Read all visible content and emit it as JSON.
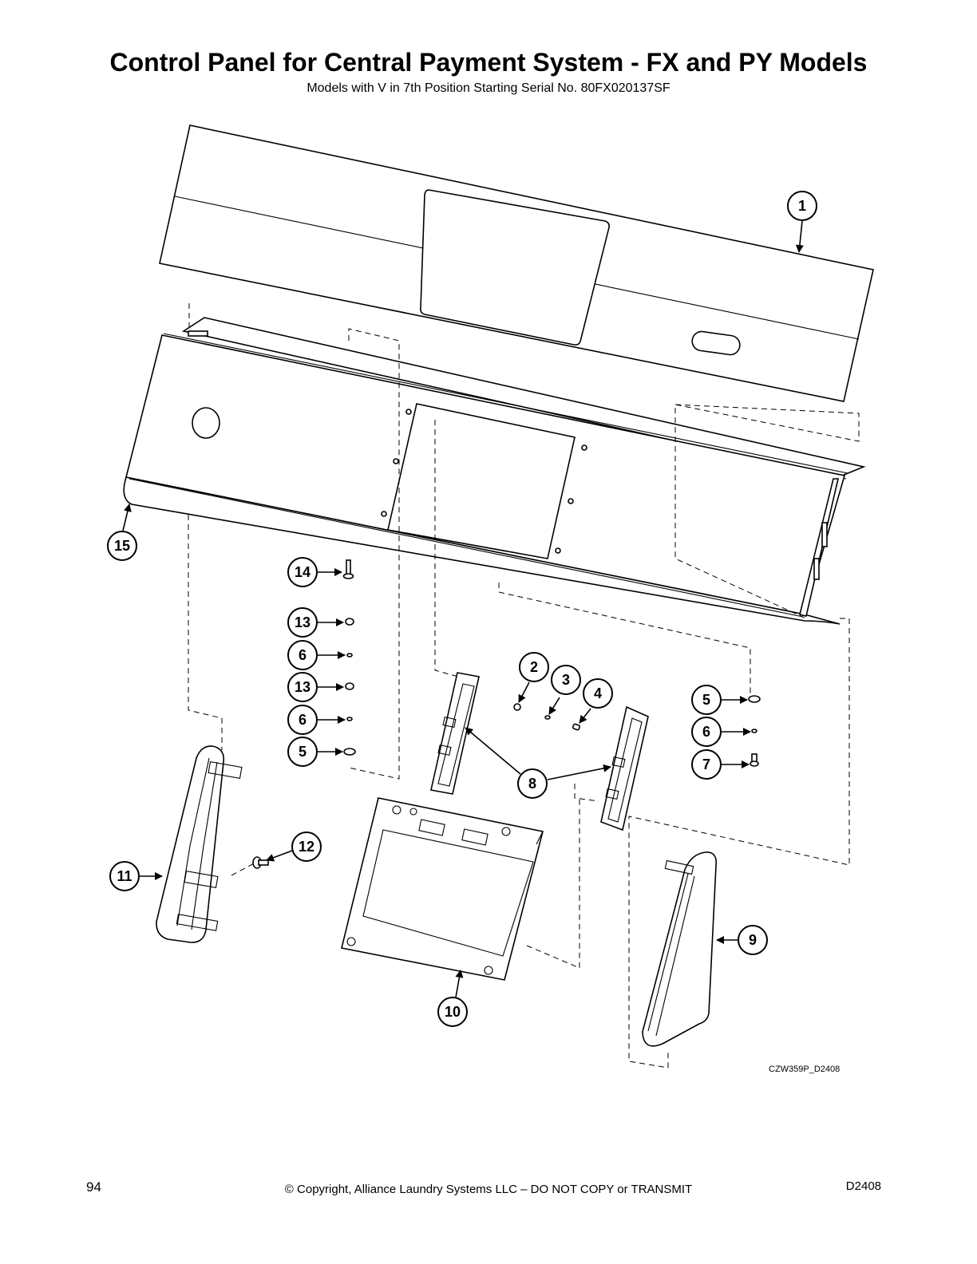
{
  "title": "Control Panel for Central Payment System - FX and PY Models",
  "subtitle": "Models with V in 7th Position Starting Serial No. 80FX020137SF",
  "drawing_code": "CZW359P_D2408",
  "callouts": {
    "c1": "1",
    "c2": "2",
    "c3": "3",
    "c4": "4",
    "c5a": "5",
    "c5b": "5",
    "c6a": "6",
    "c6b": "6",
    "c6c": "6",
    "c7": "7",
    "c8": "8",
    "c9": "9",
    "c10": "10",
    "c11": "11",
    "c12": "12",
    "c13a": "13",
    "c13b": "13",
    "c14": "14",
    "c15": "15"
  },
  "footer": {
    "page_number": "94",
    "copyright": "© Copyright, Alliance Laundry Systems LLC – DO NOT COPY or TRANSMIT",
    "doc_code": "D2408"
  }
}
